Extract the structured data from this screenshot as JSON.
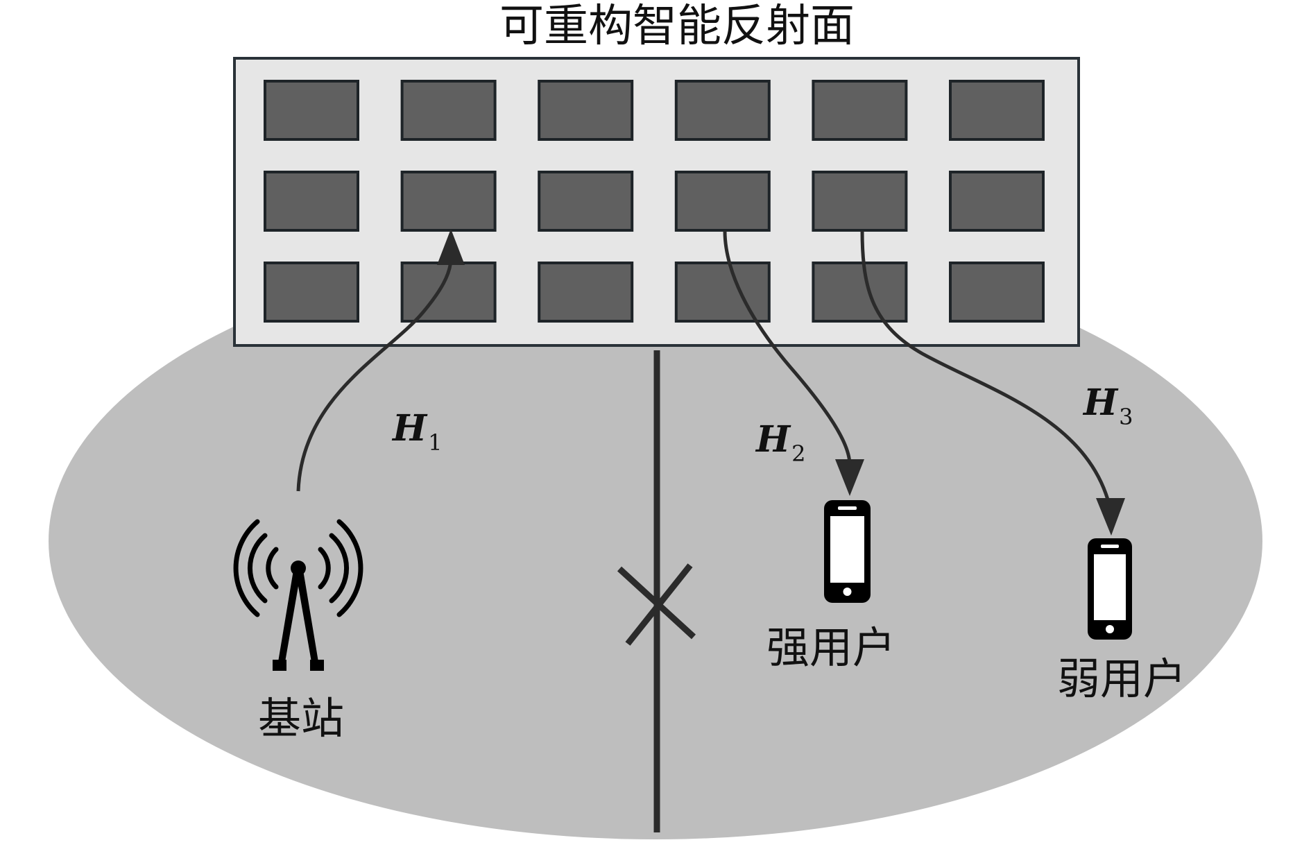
{
  "title": "可重构智能反射面",
  "ris": {
    "rows": 3,
    "cols": 6
  },
  "nodes": {
    "base_station": {
      "label": "基站"
    },
    "strong_user": {
      "label": "强用户"
    },
    "weak_user": {
      "label": "弱用户"
    }
  },
  "channels": [
    {
      "symbol": "H",
      "subscript": "1"
    },
    {
      "symbol": "H",
      "subscript": "2"
    },
    {
      "symbol": "H",
      "subscript": "3"
    }
  ],
  "colors": {
    "ground": "#bebebe",
    "panel": "#e6e6e6",
    "panel_border": "#2a3238",
    "element": "#606060",
    "element_border": "#1e2428",
    "line": "#2b2b2b",
    "icon": "#000000"
  }
}
